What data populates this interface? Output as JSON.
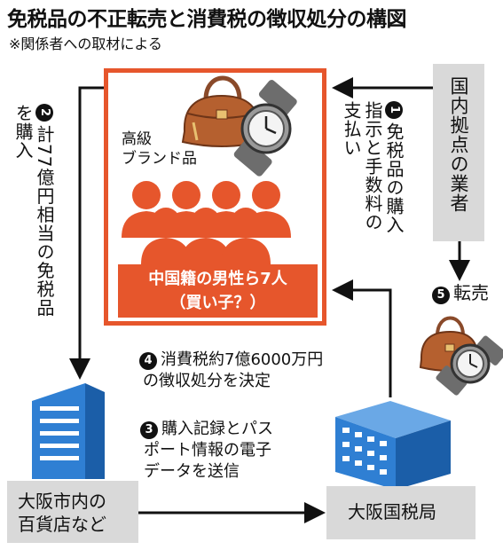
{
  "title": "免税品の不正転売と消費税の徴収処分の構図",
  "subtitle": "※関係者への取材による",
  "nodes": {
    "dealer": "国内拠点の業者",
    "buyers_line1": "中国籍の男性ら7人",
    "buyers_line2": "（買い子？）",
    "brand_line1": "高級",
    "brand_line2": "ブランド品",
    "store_line1": "大阪市内の",
    "store_line2": "百貨店など",
    "tax_office": "大阪国税局"
  },
  "steps": {
    "s1": {
      "num": "1",
      "line1": "免税品の購入",
      "line2": "指示と手数料の",
      "line3": "支払い"
    },
    "s2": {
      "num": "2",
      "line1": "計77億円相当の免税品",
      "line2": "を購入"
    },
    "s3": {
      "num": "3",
      "line1": "購入記録とパス",
      "line2": "ポート情報の電子",
      "line3": "データを送信"
    },
    "s4": {
      "num": "4",
      "line1": "消費税約7億6000万円",
      "line2": "の徴収処分を決定"
    },
    "s5": {
      "num": "5",
      "label": "転売"
    }
  },
  "colors": {
    "accent": "#e6562c",
    "gray_box": "#d9d9d9",
    "building_blue": "#2f7fd3",
    "arrow": "#111111"
  },
  "icons": [
    "handbag-icon",
    "wristwatch-icon",
    "people-group-icon",
    "office-building-icon",
    "tax-office-building-icon"
  ]
}
